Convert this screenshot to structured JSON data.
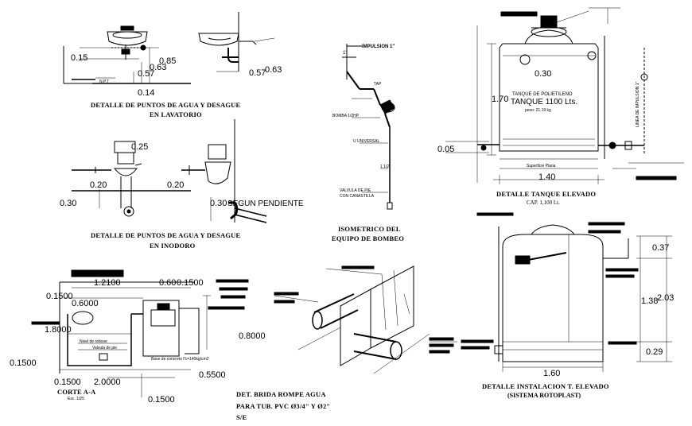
{
  "lavatorio": {
    "dims": [
      "0.15",
      "0.85",
      "0.63",
      "0.57",
      "0.14",
      "0.57",
      "0.63"
    ],
    "np_label": "N.P.T",
    "caption_1": "DETALLE DE PUNTOS DE AGUA Y DESAGUE",
    "caption_2": "EN LAVATORIO"
  },
  "inodoro": {
    "dims": [
      "0.25",
      "0.20",
      "0.20",
      "0.30",
      "0.30"
    ],
    "slope_label": "SEGUN PENDIENTE",
    "caption_1": "DETALLE DE PUNTOS DE AGUA Y DESAGUE",
    "caption_2": "EN INODORO"
  },
  "bomba": {
    "labels": [
      "IMPULSION 1\"",
      "1\"",
      "TAP",
      "BOMBA 1/2HP",
      "U UNIVERSAL",
      "1 1/2\"",
      "VALVULA DE PIE",
      "CON CANASTILLA"
    ],
    "caption_1": "ISOMETRICO DEL",
    "caption_2": "EQUIPO DE BOMBEO"
  },
  "tanque": {
    "dims": [
      "0.30",
      "1.70",
      "0.05",
      "1.40"
    ],
    "inner_1": "TANQUE DE POLIETILENO",
    "inner_2": "TANQUE 1100 Lts.",
    "inner_3": "peso: 21.19 kg",
    "surface": "Superficie Plana",
    "side_label": "LINEA DE IMPULSION 1\"",
    "caption_1": "DETALLE TANQUE ELEVADO",
    "caption_2": "CAP. 1,100 Lt."
  },
  "corte": {
    "dims": [
      "1.2100",
      "0.60",
      "0.1500",
      "0.1500",
      "0.6000",
      "1.8000",
      "0.1500",
      "0.1500",
      "2.0000",
      "0.8000",
      "0.5500",
      "0.1500"
    ],
    "inner_labels": [
      "Nivel de rebose",
      "Valvula de pie",
      "Base de concreto f'c=140kg/cm2"
    ],
    "caption_1": "CORTE A-A",
    "caption_2": "Esc. 1/25"
  },
  "brida": {
    "caption_1": "DET. BRIDA ROMPE AGUA",
    "caption_2": "PARA TUB. PVC Ø3/4\" Y Ø2\"",
    "caption_3": "S/E"
  },
  "instalacion": {
    "dims": [
      "0.37",
      "1.38",
      "2.03",
      "0.29",
      "1.60"
    ],
    "caption_1": "DETALLE INSTALACION T. ELEVADO",
    "caption_2": "(SISTEMA ROTOPLAST)"
  }
}
